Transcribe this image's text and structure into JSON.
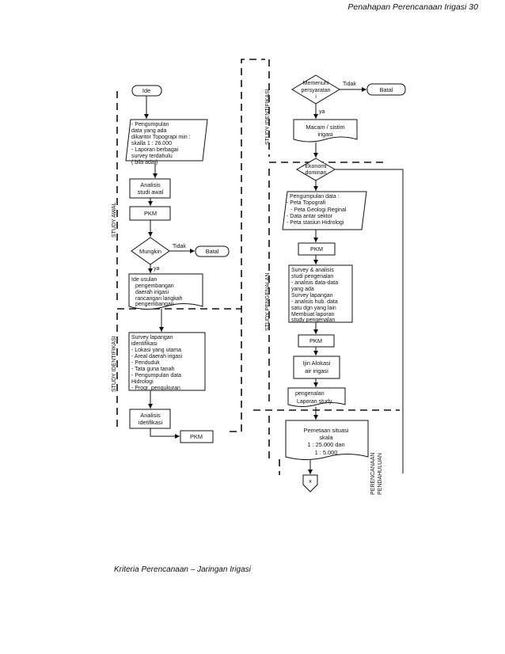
{
  "header": {
    "title": "Penahapan Perencanaan Irigasi 30"
  },
  "footer": {
    "text": "Kriteria Perencanaan – Jaringan Irigasi"
  },
  "stages": {
    "study_awal": "STUDY AWAL",
    "study_identifikasi_left": "STUDY IDENTIFIKASI",
    "study_identifikasi_right": "STUDY IDENTIFIKASI",
    "study_pengenalan": "STUDY PENGENALAN",
    "perencanaan_pendahuluan": [
      "PERENCANAAN",
      "PENDAHULUAN"
    ]
  },
  "left": {
    "ide": "Ide",
    "pengumpulan": [
      "- Pengumpulan",
      "data yang ada",
      "dikantor Topograpi min :",
      "skalla 1 : 26.000",
      "- Laporan berbagai",
      "survey terdahulu",
      "( bila ada )"
    ],
    "analisis_awal": [
      "Analisis",
      "studi awal"
    ],
    "pkm_1": "PKM",
    "mungkin": "Mungkin",
    "tidak_1": "Tidak",
    "batal_1": "Batal",
    "ya_1": "ya",
    "ide_usulan": [
      "Ide usulan",
      "pengembangan",
      "daerah irigasi",
      "rancangan langkah",
      "pengembangan"
    ],
    "survey_identifikasi": [
      "Survey lapangan",
      "identifikasi",
      "- Lokasi yang utama",
      "- Areal daerah irigasi",
      "- Penduduk",
      "- Tata guna tanah",
      "- Pengumpulan data",
      "  Hidrologi",
      "- Progr. pengukuran"
    ],
    "analisis_identifikasi": [
      "Analisis",
      "idetifikasi"
    ],
    "pkm_2": "PKM"
  },
  "right": {
    "memenuhi": [
      "Memenuhi",
      "persyaratan",
      "i"
    ],
    "tidak_2": "Tidak",
    "batal_2": "Batal",
    "ya_2": "ya",
    "macam_sistim": [
      "Macam / sistim",
      "irigasi"
    ],
    "ekonomi": [
      "Ekonomi",
      "dominan"
    ],
    "pengumpulan_data": [
      "Pengumpulan data :",
      "- Peta Topografi",
      "- Peta Geologi Reginal",
      "- Data antar sektor",
      "- Peta stasiun Hidrologi"
    ],
    "pkm_3": "PKM",
    "survey_pengenalan": [
      "Survey & analisis",
      "studi pengenalan",
      "- analisis data-data",
      "  yang ada",
      "  Survey lapangan",
      "- analisis hub. data",
      "  satu dgn yang lain",
      "  Membuat laporan",
      "study pengenalan"
    ],
    "pkm_4": "PKM",
    "ijin_alokasi": [
      "Ijin Alokasi",
      "air irigasi"
    ],
    "laporan": [
      "pengenalan",
      "Laporan study"
    ],
    "pemetaan": [
      "Pemetaan situasi",
      "skala",
      "1 : 25.000 dan",
      "1 : 5.000"
    ],
    "connector": "x"
  }
}
